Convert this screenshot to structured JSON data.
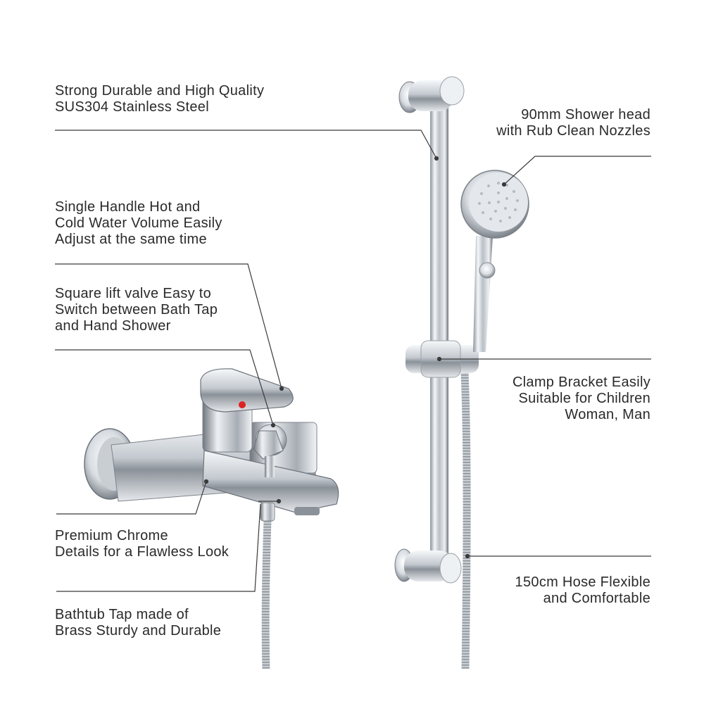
{
  "callouts": {
    "steel": {
      "lines": [
        "Strong Durable and High Quality",
        "SUS304 Stainless Steel"
      ]
    },
    "handle": {
      "lines": [
        "Single Handle Hot and",
        "Cold Water Volume Easily",
        "Adjust at the same time"
      ]
    },
    "valve": {
      "lines": [
        "Square lift valve Easy to",
        "Switch between Bath Tap",
        "and Hand Shower"
      ]
    },
    "chrome": {
      "lines": [
        "Premium Chrome",
        "Details for a Flawless Look"
      ]
    },
    "brass": {
      "lines": [
        "Bathtub Tap made of",
        "Brass Sturdy and Durable"
      ]
    },
    "shower_head": {
      "lines": [
        "90mm Shower head",
        "with Rub Clean Nozzles"
      ]
    },
    "clamp": {
      "lines": [
        "Clamp Bracket Easily",
        "Suitable for Children",
        "Woman, Man"
      ]
    },
    "hose": {
      "lines": [
        "150cm Hose Flexible",
        "and Comfortable"
      ]
    }
  },
  "colors": {
    "text": "#2a2a2a",
    "leader": "#3a3a3a",
    "chrome_light": "#f4f6f8",
    "chrome_dark": "#5a6068"
  }
}
